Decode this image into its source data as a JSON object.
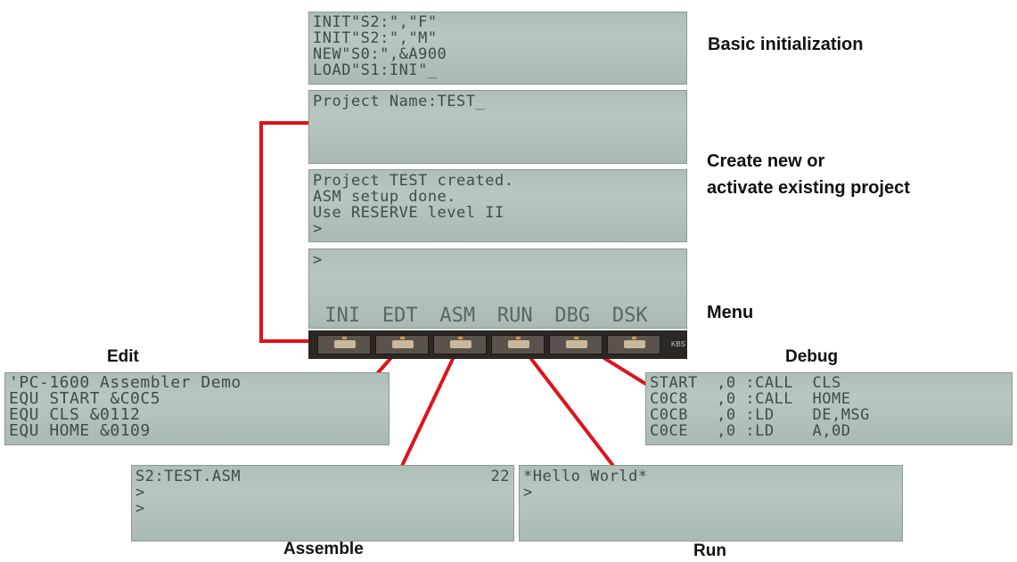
{
  "screens": {
    "init": [
      "INIT\"S2:\",\"F\"",
      "INIT\"S2:\",\"M\"",
      "NEW\"S0:\",&A900",
      "LOAD\"S1:INI\"_"
    ],
    "project_name": [
      "Project Name:TEST_"
    ],
    "project_created": [
      "Project TEST created.",
      "ASM setup done.",
      "Use RESERVE level II",
      ">"
    ],
    "menu": {
      "prompt": ">",
      "labels": [
        "INI",
        "EDT",
        "ASM",
        "RUN",
        "DBG",
        "DSK"
      ]
    },
    "edit": [
      "'PC-1600 Assembler Demo",
      "EQU START &C0C5",
      "EQU CLS &0112",
      "EQU HOME &0109"
    ],
    "debug": [
      "START  ,0 :CALL  CLS",
      "C0C8   ,0 :CALL  HOME",
      "C0CB   ,0 :LD    DE,MSG",
      "C0CE   ,0 :LD    A,0D"
    ],
    "assemble": {
      "file": "S2:TEST.ASM",
      "count": "22",
      "lines": [
        ">",
        ">"
      ]
    },
    "run": [
      "*Hello World*",
      ">"
    ]
  },
  "keyboard_text": "KBS",
  "captions": {
    "basic_init": "Basic initialization",
    "create": "Create new or\nactivate existing project",
    "menu": "Menu",
    "edit": "Edit",
    "debug": "Debug",
    "assemble": "Assemble",
    "run": "Run"
  },
  "colors": {
    "connector": "#e0121b",
    "lcd_text": "#3f4b4e"
  }
}
